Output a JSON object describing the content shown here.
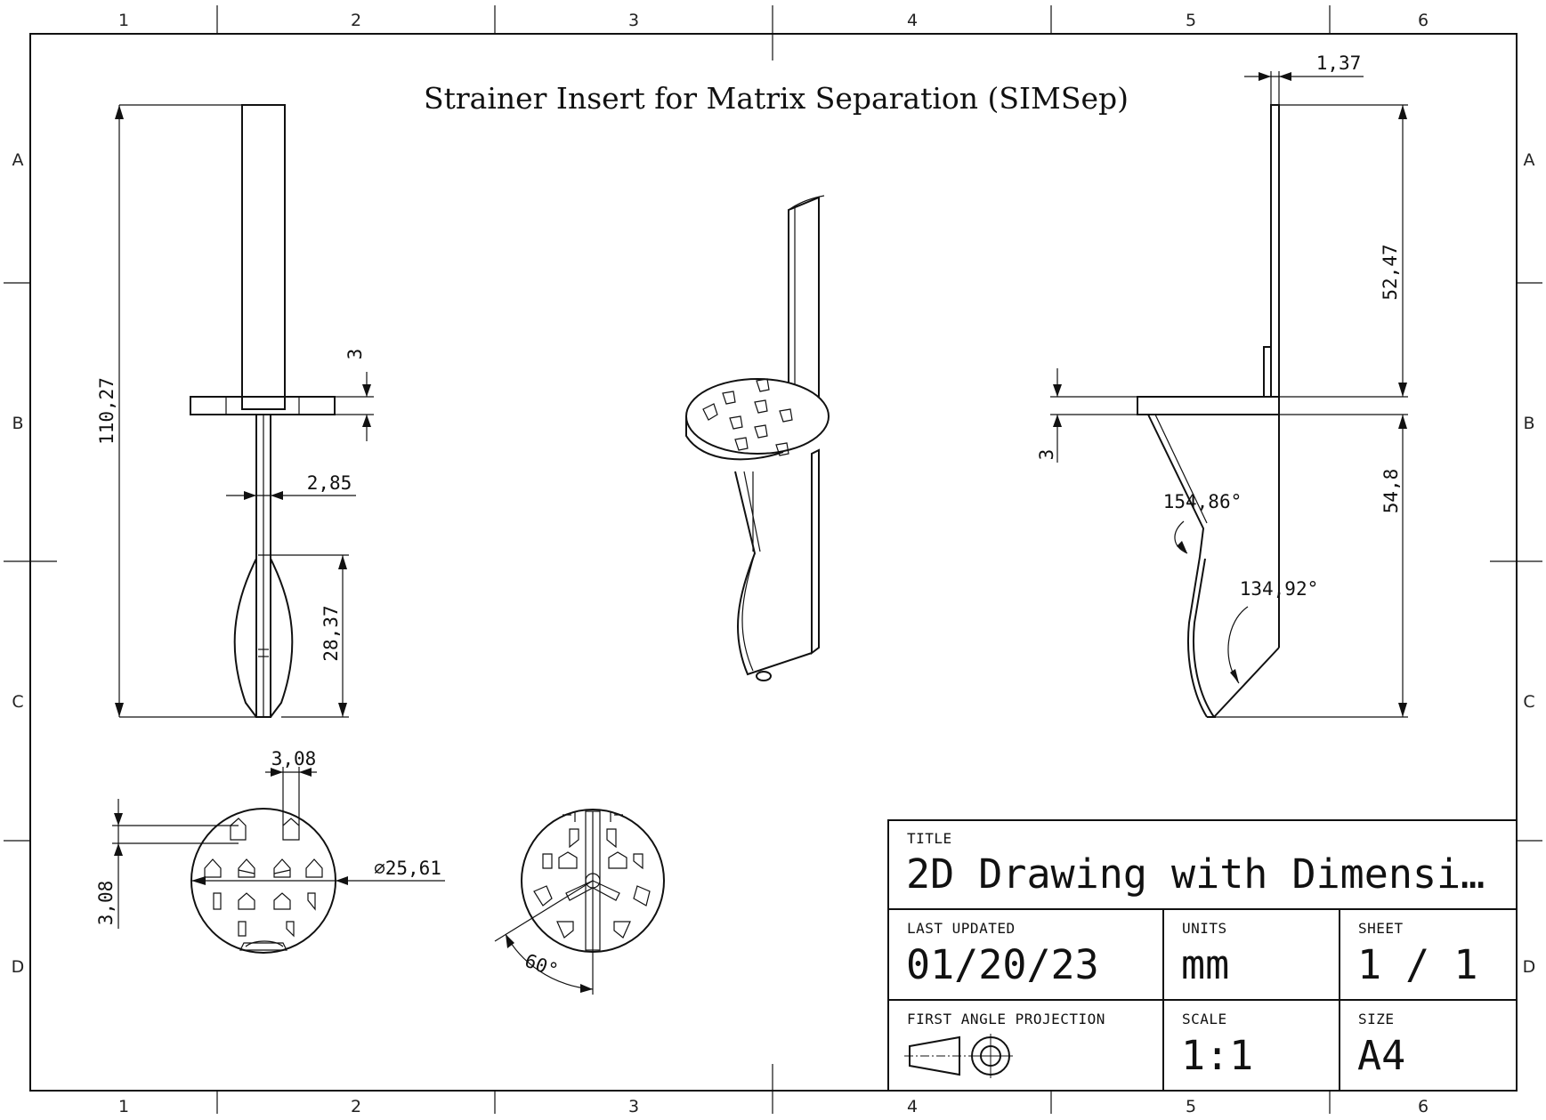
{
  "sheet": {
    "title": "Strainer Insert for Matrix Separation (SIMSep)",
    "grid_columns": [
      "1",
      "2",
      "3",
      "4",
      "5",
      "6"
    ],
    "grid_rows": [
      "A",
      "B",
      "C",
      "D"
    ]
  },
  "dimensions": {
    "front_total_height": "110,27",
    "front_flange_thickness": "3",
    "front_stem_width": "2,85",
    "front_bulb_height": "28,37",
    "bottom_hole_width": "3,08",
    "bottom_hole_height": "3,08",
    "bottom_diameter": "⌀25,61",
    "bottom2_angle": "60°",
    "side_wall_thickness": "1,37",
    "side_upper_height": "52,47",
    "side_flange_thickness": "3",
    "side_lower_height": "54,8",
    "side_angle_1": "154,86°",
    "side_angle_2": "134,92°"
  },
  "title_block": {
    "title_label": "TITLE",
    "title_value": "2D Drawing with Dimensi…",
    "last_updated_label": "LAST UPDATED",
    "last_updated_value": "01/20/23",
    "units_label": "UNITS",
    "units_value": "mm",
    "sheet_label": "SHEET",
    "sheet_value": "1 / 1",
    "projection_label": "FIRST ANGLE PROJECTION",
    "projection_icon": "first-angle-projection-icon",
    "scale_label": "SCALE",
    "scale_value": "1:1",
    "size_label": "SIZE",
    "size_value": "A4"
  }
}
